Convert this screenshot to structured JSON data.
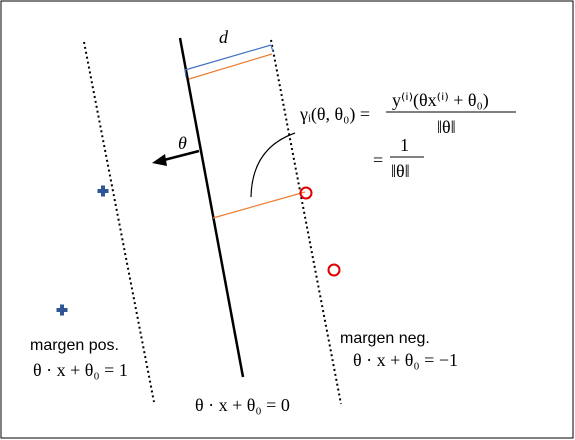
{
  "labels": {
    "d": "d",
    "theta": "θ",
    "margin_pos_title": "margen pos.",
    "margin_pos_eq": "θ · x + θ₀ = 1",
    "margin_neg_title": "margen neg.",
    "margin_neg_eq": "θ · x + θ₀ = −1",
    "boundary_eq": "θ · x + θ₀ = 0",
    "gamma_lhs": "γᵢ(θ, θ₀) =",
    "gamma_num": "y⁽ⁱ⁾(θx⁽ⁱ⁾ + θ₀)",
    "gamma_den": "‖θ‖",
    "eq2_sign": "=",
    "eq2_num": "1",
    "eq2_den": "‖θ‖"
  },
  "colors": {
    "positive_marker": "#2f5597",
    "negative_marker": "#e00000",
    "distance_bracket": "#4472c4",
    "margin_segment": "#ed7d31",
    "line": "#000000"
  },
  "icons": {
    "positive": "plus-icon",
    "negative": "circle-icon"
  }
}
